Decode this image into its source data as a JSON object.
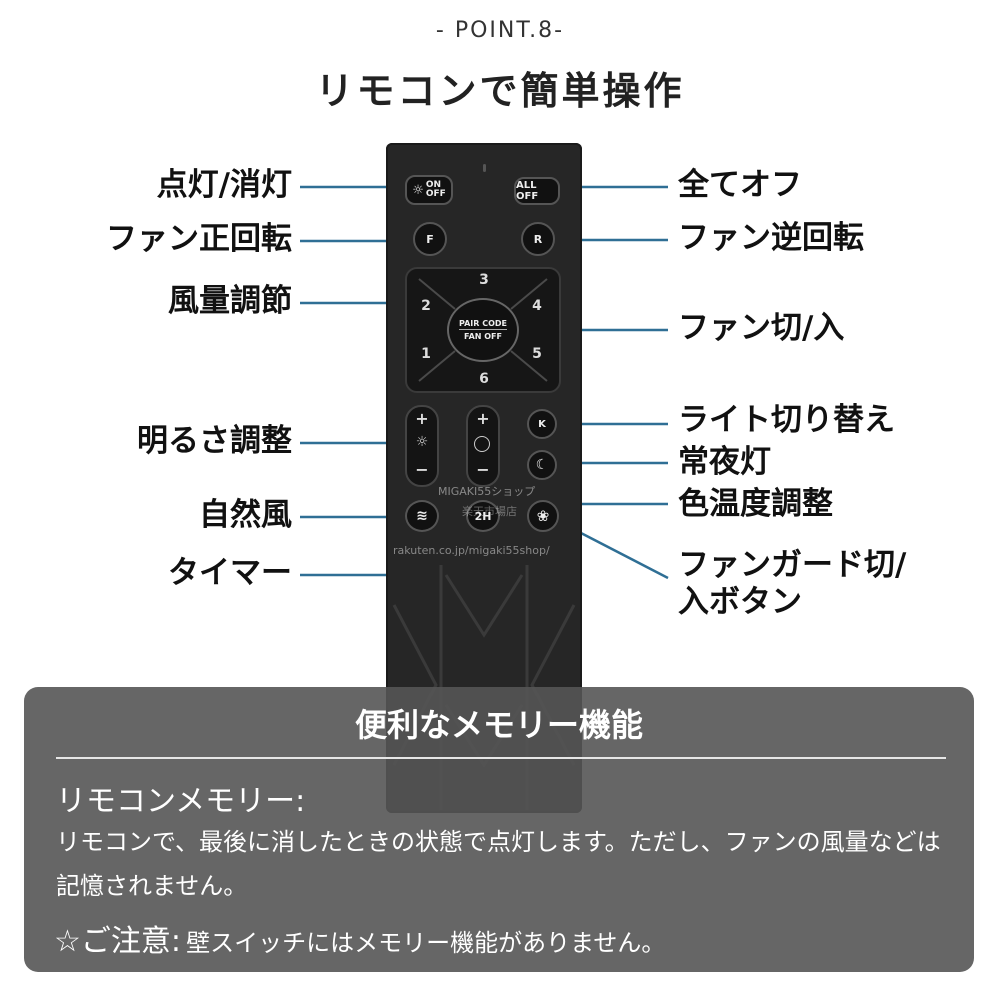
{
  "header": {
    "point_label": "- POINT.8-",
    "title": "リモコンで簡単操作"
  },
  "callouts": {
    "left": [
      "点灯/消灯",
      "ファン正回転",
      "風量調節",
      "明るさ調整",
      "自然風",
      "タイマー"
    ],
    "right": [
      "全てオフ",
      "ファン逆回転",
      "ファン切/入",
      "ライト切り替え",
      "常夜灯",
      "色温度調整",
      "ファンガード切/",
      "入ボタン"
    ]
  },
  "remote": {
    "on_off_top": "ON",
    "on_off_bottom": "OFF",
    "all_off": "ALL OFF",
    "fan_forward": "F",
    "fan_reverse": "R",
    "speed_labels": [
      "3",
      "2",
      "4",
      "1",
      "5",
      "6"
    ],
    "pair_code": "PAIR CODE",
    "fan_off": "FAN OFF",
    "plus": "+",
    "minus": "−",
    "timer": "2H",
    "light_switch": "K",
    "watermark_shop": "MIGAKI55ショップ",
    "watermark_market": "楽天市場店",
    "watermark_url": "rakuten.co.jp/migaki55shop/"
  },
  "memory": {
    "title": "便利なメモリー機能",
    "subtitle": "リモコンメモリー:",
    "description": "リモコンで、最後に消したときの状態で点灯します。ただし、ファンの風量などは記憶されません。",
    "caution_label": "☆ご注意:",
    "caution_text": "壁スイッチにはメモリー機能がありません。"
  },
  "colors": {
    "callout_line": "#2f6f95",
    "panel_bg": "#555555",
    "remote_body": "#262626"
  }
}
